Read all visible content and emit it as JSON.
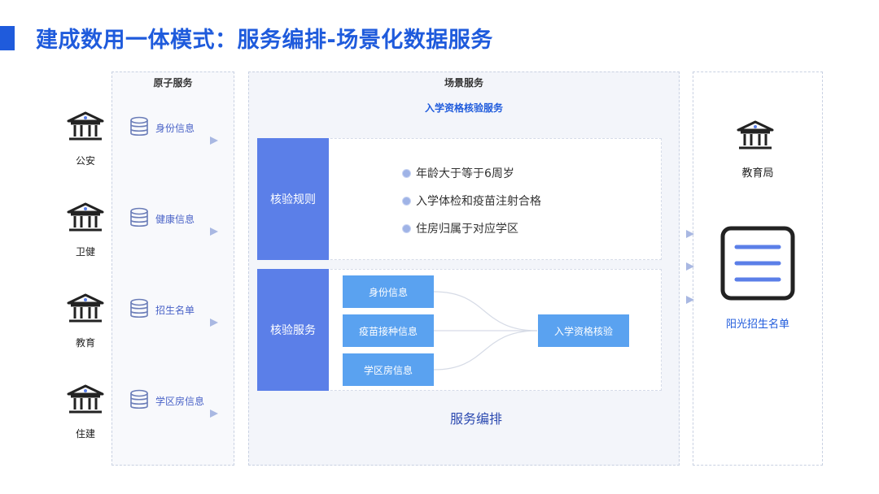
{
  "title": "建成数用一体模式：服务编排-场景化数据服务",
  "atomic": {
    "header": "原子服务",
    "sources": [
      {
        "label": "公安",
        "service": "身份信息"
      },
      {
        "label": "卫健",
        "service": "健康信息"
      },
      {
        "label": "教育",
        "service": "招生名单"
      },
      {
        "label": "住建",
        "service": "学区房信息"
      }
    ]
  },
  "scene": {
    "header": "场景服务",
    "subtitle": "入学资格核验服务",
    "rules": {
      "label": "核验规则",
      "items": [
        "年龄大于等于6周岁",
        "入学体检和疫苗注射合格",
        "住房归属于对应学区"
      ]
    },
    "service": {
      "label": "核验服务",
      "inputs": [
        "身份信息",
        "疫苗接种信息",
        "学区房信息"
      ],
      "result": "入学资格核验"
    },
    "footer": "服务编排"
  },
  "right": {
    "top_label": "教育局",
    "bottom_label": "阳光招生名单"
  },
  "colors": {
    "brand": "#1f5bdc",
    "block": "#5b7fe8",
    "box": "#5aa2f0"
  },
  "icons": {
    "source": "government-building-icon",
    "service": "database-icon",
    "document": "document-list-icon"
  }
}
